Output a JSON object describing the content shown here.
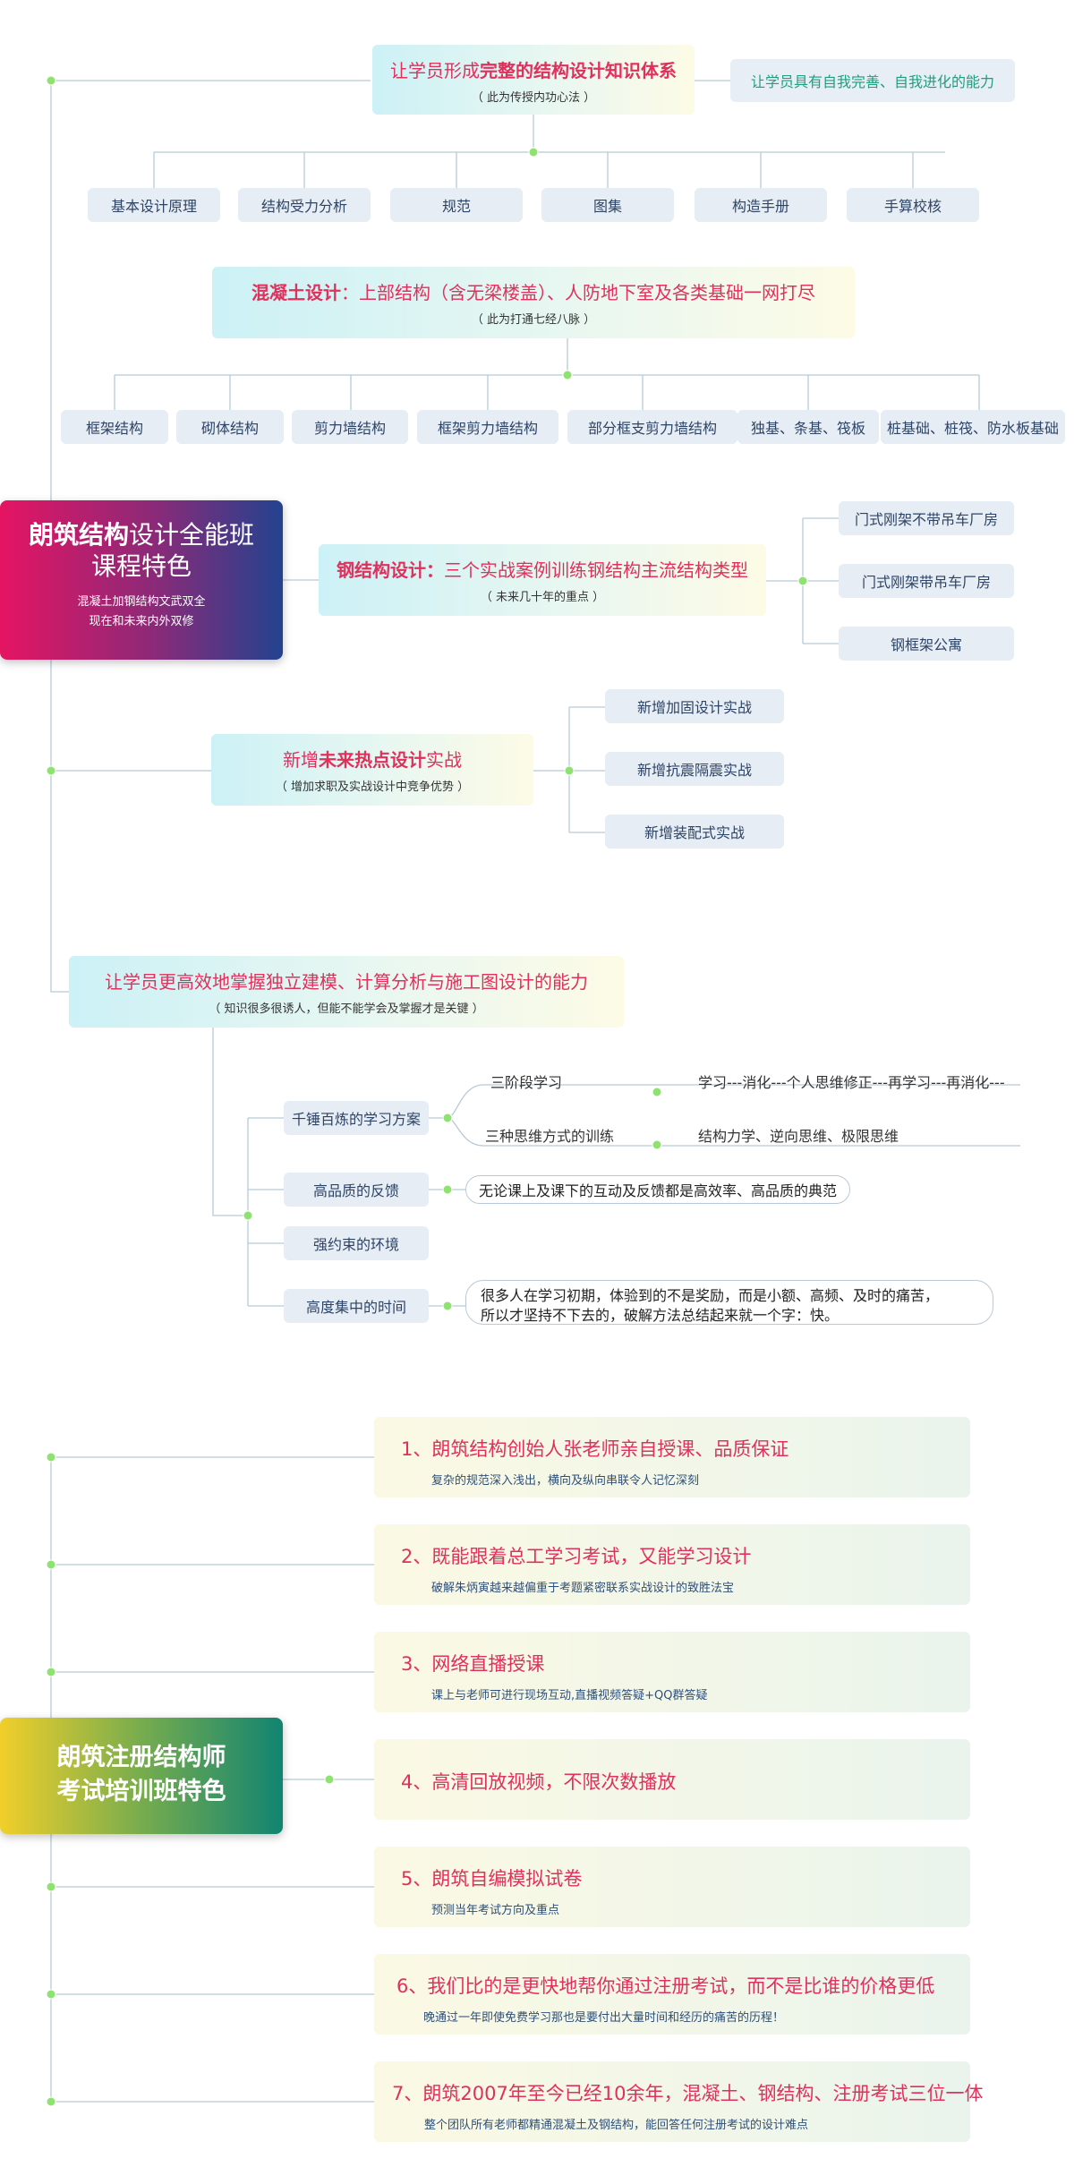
{
  "section1": {
    "center": {
      "title_bold": "朗筑结构",
      "title_rest": "设计全能班",
      "title_line2": "课程特色",
      "sub1": "混凝土加钢结构文武双全",
      "sub2": "现在和未来内外双修"
    },
    "top": {
      "pre": "让学员形成",
      "bold": "完整的结构设计知识体系",
      "sub": "（ 此为传授内功心法 ）"
    },
    "top_side": "让学员具有自我完善、自我进化的能力",
    "top_children": [
      "基本设计原理",
      "结构受力分析",
      "规范",
      "图集",
      "构造手册",
      "手算校核"
    ],
    "concrete": {
      "bold": "混凝土设计",
      "rest": "：上部结构（含无梁楼盖）、人防地下室及各类基础一网打尽",
      "sub": "（ 此为打通七经八脉 ）"
    },
    "concrete_children": [
      "框架结构",
      "砌体结构",
      "剪力墙结构",
      "框架剪力墙结构",
      "部分框支剪力墙结构",
      "独基、条基、筏板",
      "桩基础、桩筏、防水板基础"
    ],
    "steel": {
      "bold": "钢结构设计：",
      "rest": "三个实战案例训练钢结构主流结构类型",
      "sub": "（ 未来几十年的重点 ）"
    },
    "steel_children": [
      "门式刚架不带吊车厂房",
      "门式刚架带吊车厂房",
      "钢框架公寓"
    ],
    "hot": {
      "pre": "新增",
      "bold": "未来热点设计",
      "post": "实战",
      "sub": "（ 增加求职及实战设计中竞争优势 ）"
    },
    "hot_children": [
      "新增加固设计实战",
      "新增抗震隔震实战",
      "新增装配式实战"
    ],
    "ability": {
      "title": "让学员更高效地掌握独立建模、计算分析与施工图设计的能力",
      "sub": "（ 知识很多很诱人，但能不能学会及掌握才是关键 ）"
    },
    "ability_children": [
      {
        "label": "千锤百炼的学习方案"
      },
      {
        "label": "高品质的反馈",
        "note": "无论课上及课下的互动及反馈都是高效率、高品质的典范"
      },
      {
        "label": "强约束的环境"
      },
      {
        "label": "高度集中的时间",
        "note1": "很多人在学习初期，体验到的不是奖励，而是小额、高频、及时的痛苦，",
        "note2": "所以才坚持不下去的，破解方法总结起来就一个字：快。"
      }
    ],
    "plan": [
      {
        "label": "三阶段学习",
        "detail": "学习---消化---个人思维修正---再学习---再消化---"
      },
      {
        "label": "三种思维方式的训练",
        "detail": "结构力学、逆向思维、极限思维"
      }
    ]
  },
  "section2": {
    "center": {
      "line1": "朗筑注册结构师",
      "line2": "考试培训班特色"
    },
    "items": [
      {
        "title": "1、朗筑结构创始人张老师亲自授课、品质保证",
        "sub": "复杂的规范深入浅出，横向及纵向串联令人记忆深刻"
      },
      {
        "title": "2、既能跟着总工学习考试，又能学习设计",
        "sub": "破解朱炳寅越来越偏重于考题紧密联系实战设计的致胜法宝"
      },
      {
        "title": "3、网络直播授课",
        "sub": "课上与老师可进行现场互动,直播视频答疑+QQ群答疑"
      },
      {
        "title": "4、高清回放视频，不限次数播放",
        "sub": ""
      },
      {
        "title": "5、朗筑自编模拟试卷",
        "sub": "预测当年考试方向及重点"
      },
      {
        "title": "6、我们比的是更快地帮你通过注册考试，而不是比谁的价格更低",
        "sub": "晚通过一年即使免费学习那也是要付出大量时间和经历的痛苦的历程！"
      },
      {
        "title": "7、朗筑2007年至今已经10余年，混凝土、钢结构、注册考试三位一体",
        "sub": "整个团队所有老师都精通混凝土及钢结构，能回答任何注册考试的设计难点"
      }
    ]
  }
}
